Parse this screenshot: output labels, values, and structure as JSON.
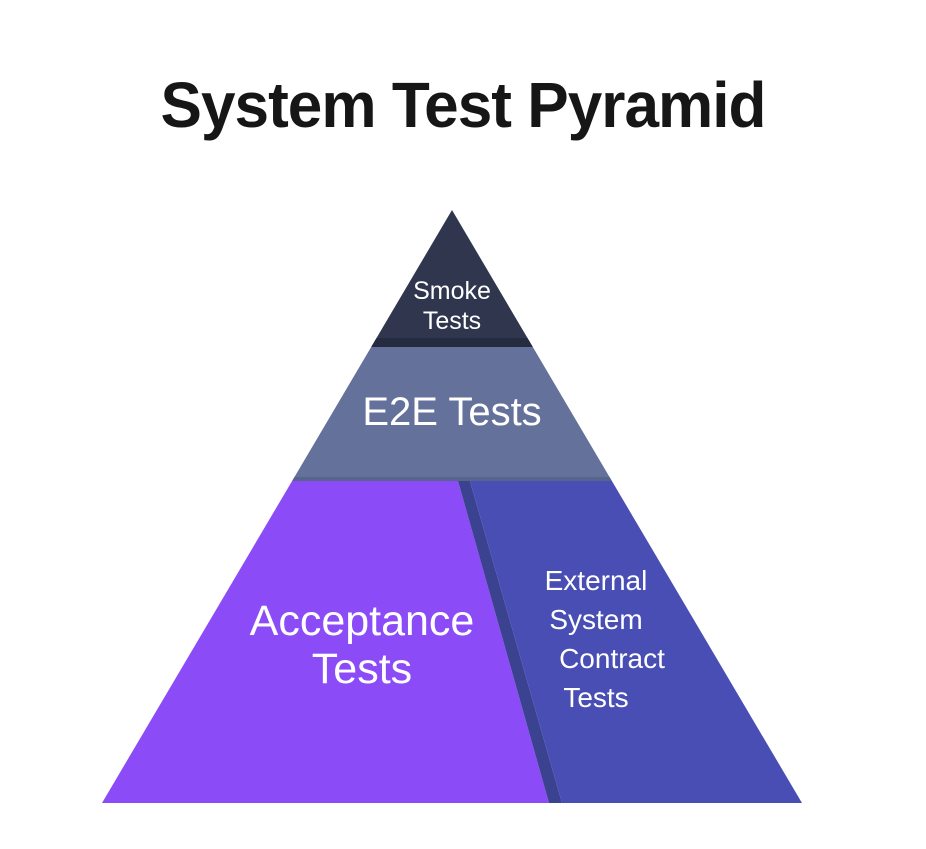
{
  "title": "System Test Pyramid",
  "colors": {
    "background": "#ffffff",
    "title_text": "#161616",
    "label_text": "#ffffff",
    "smoke_fill": "#2F364E",
    "smoke_bottom_edge": "#262C40",
    "e2e_fill": "#64719B",
    "e2e_bottom_edge": "#57648C",
    "acceptance_fill": "#8B4BF7",
    "divider_shadow": "#3B4290",
    "contract_fill": "#484EB4"
  },
  "pyramid": {
    "layers": [
      {
        "id": "smoke",
        "label": "Smoke Tests",
        "lines": [
          "Smoke",
          "Tests"
        ]
      },
      {
        "id": "e2e",
        "label": "E2E Tests",
        "lines": [
          "E2E Tests"
        ]
      },
      {
        "id": "acceptance",
        "label": "Acceptance Tests",
        "lines": [
          "Acceptance",
          "Tests"
        ]
      },
      {
        "id": "external-system-contract",
        "label": "External System Contract Tests",
        "lines": [
          "External",
          "System",
          "Contract",
          "Tests"
        ]
      }
    ]
  }
}
